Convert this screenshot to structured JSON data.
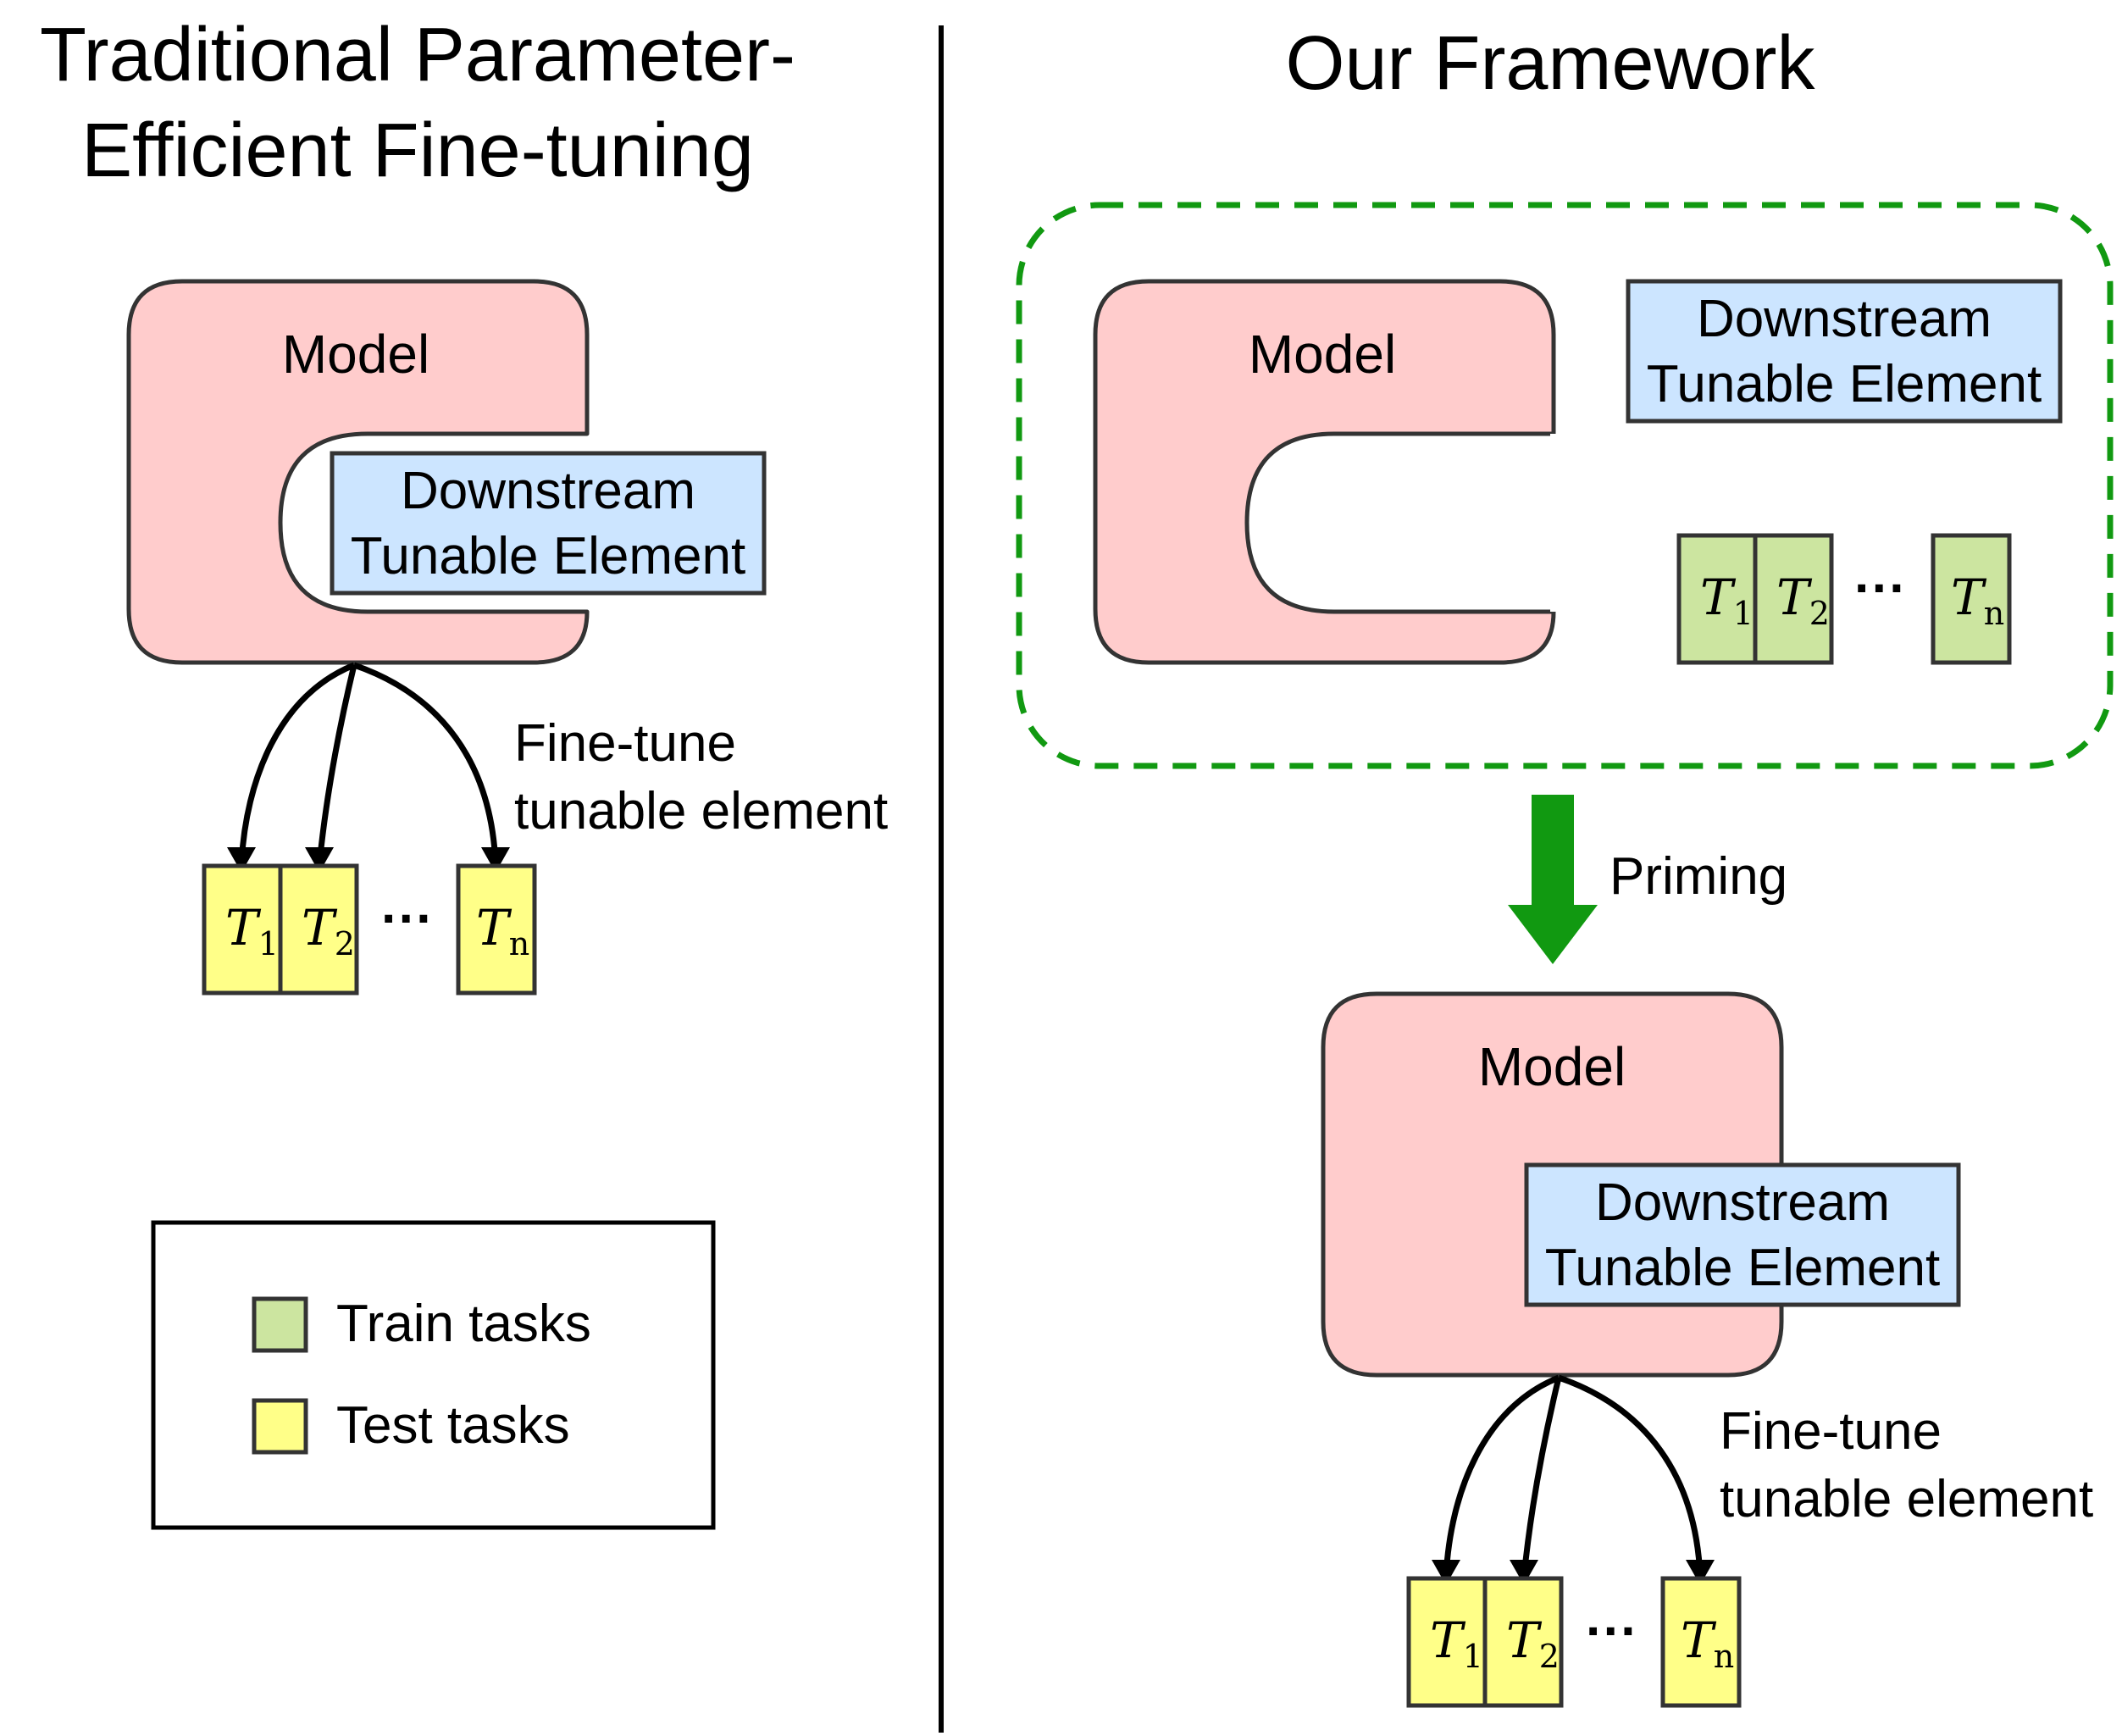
{
  "left_panel": {
    "title_line1": "Traditional Parameter-",
    "title_line2": "Efficient Fine-tuning",
    "model_label": "Model",
    "element_line1": "Downstream",
    "element_line2": "Tunable Element",
    "finetune_line1": "Fine-tune",
    "finetune_line2": "tunable element",
    "tasks": [
      {
        "symbol": "T",
        "index": "1"
      },
      {
        "symbol": "T",
        "index": "2"
      },
      {
        "symbol": "T",
        "index": "n"
      }
    ],
    "ellipsis": "···"
  },
  "legend": {
    "items": [
      {
        "label": "Train tasks",
        "color": "#cce5a0"
      },
      {
        "label": "Test tasks",
        "color": "#ffff88"
      }
    ]
  },
  "right_panel": {
    "title": "Our Framework",
    "top_model_label": "Model",
    "top_element_line1": "Downstream",
    "top_element_line2": "Tunable Element",
    "train_tasks": [
      {
        "symbol": "T",
        "index": "1"
      },
      {
        "symbol": "T",
        "index": "2"
      },
      {
        "symbol": "T",
        "index": "n"
      }
    ],
    "ellipsis": "···",
    "priming_label": "Priming",
    "bottom_model_label": "Model",
    "bottom_element_line1": "Downstream",
    "bottom_element_line2": "Tunable Element",
    "finetune_line1": "Fine-tune",
    "finetune_line2": "tunable element",
    "test_tasks": [
      {
        "symbol": "T",
        "index": "1"
      },
      {
        "symbol": "T",
        "index": "2"
      },
      {
        "symbol": "T",
        "index": "n"
      }
    ]
  },
  "colors": {
    "model_fill": "#ffcccc",
    "element_fill": "#cce5ff",
    "train_fill": "#cce5a0",
    "test_fill": "#ffff88",
    "priming_green": "#119911",
    "stroke": "#333333"
  }
}
